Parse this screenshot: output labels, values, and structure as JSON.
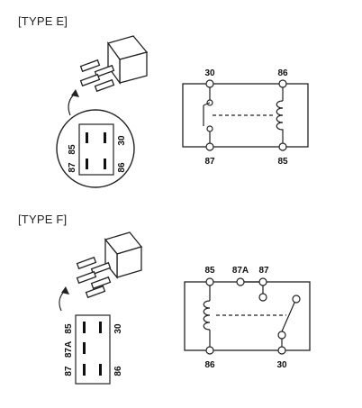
{
  "type_e": {
    "label": "[TYPE E]",
    "connector_pins": [
      "85",
      "30",
      "87",
      "86"
    ],
    "schematic_pins": [
      "30",
      "86",
      "87",
      "85"
    ]
  },
  "type_f": {
    "label": "[TYPE F]",
    "connector_pins": [
      "85",
      "30",
      "87A",
      "87",
      "86"
    ],
    "schematic_pins": [
      "85",
      "87A",
      "87",
      "86",
      "30"
    ]
  }
}
